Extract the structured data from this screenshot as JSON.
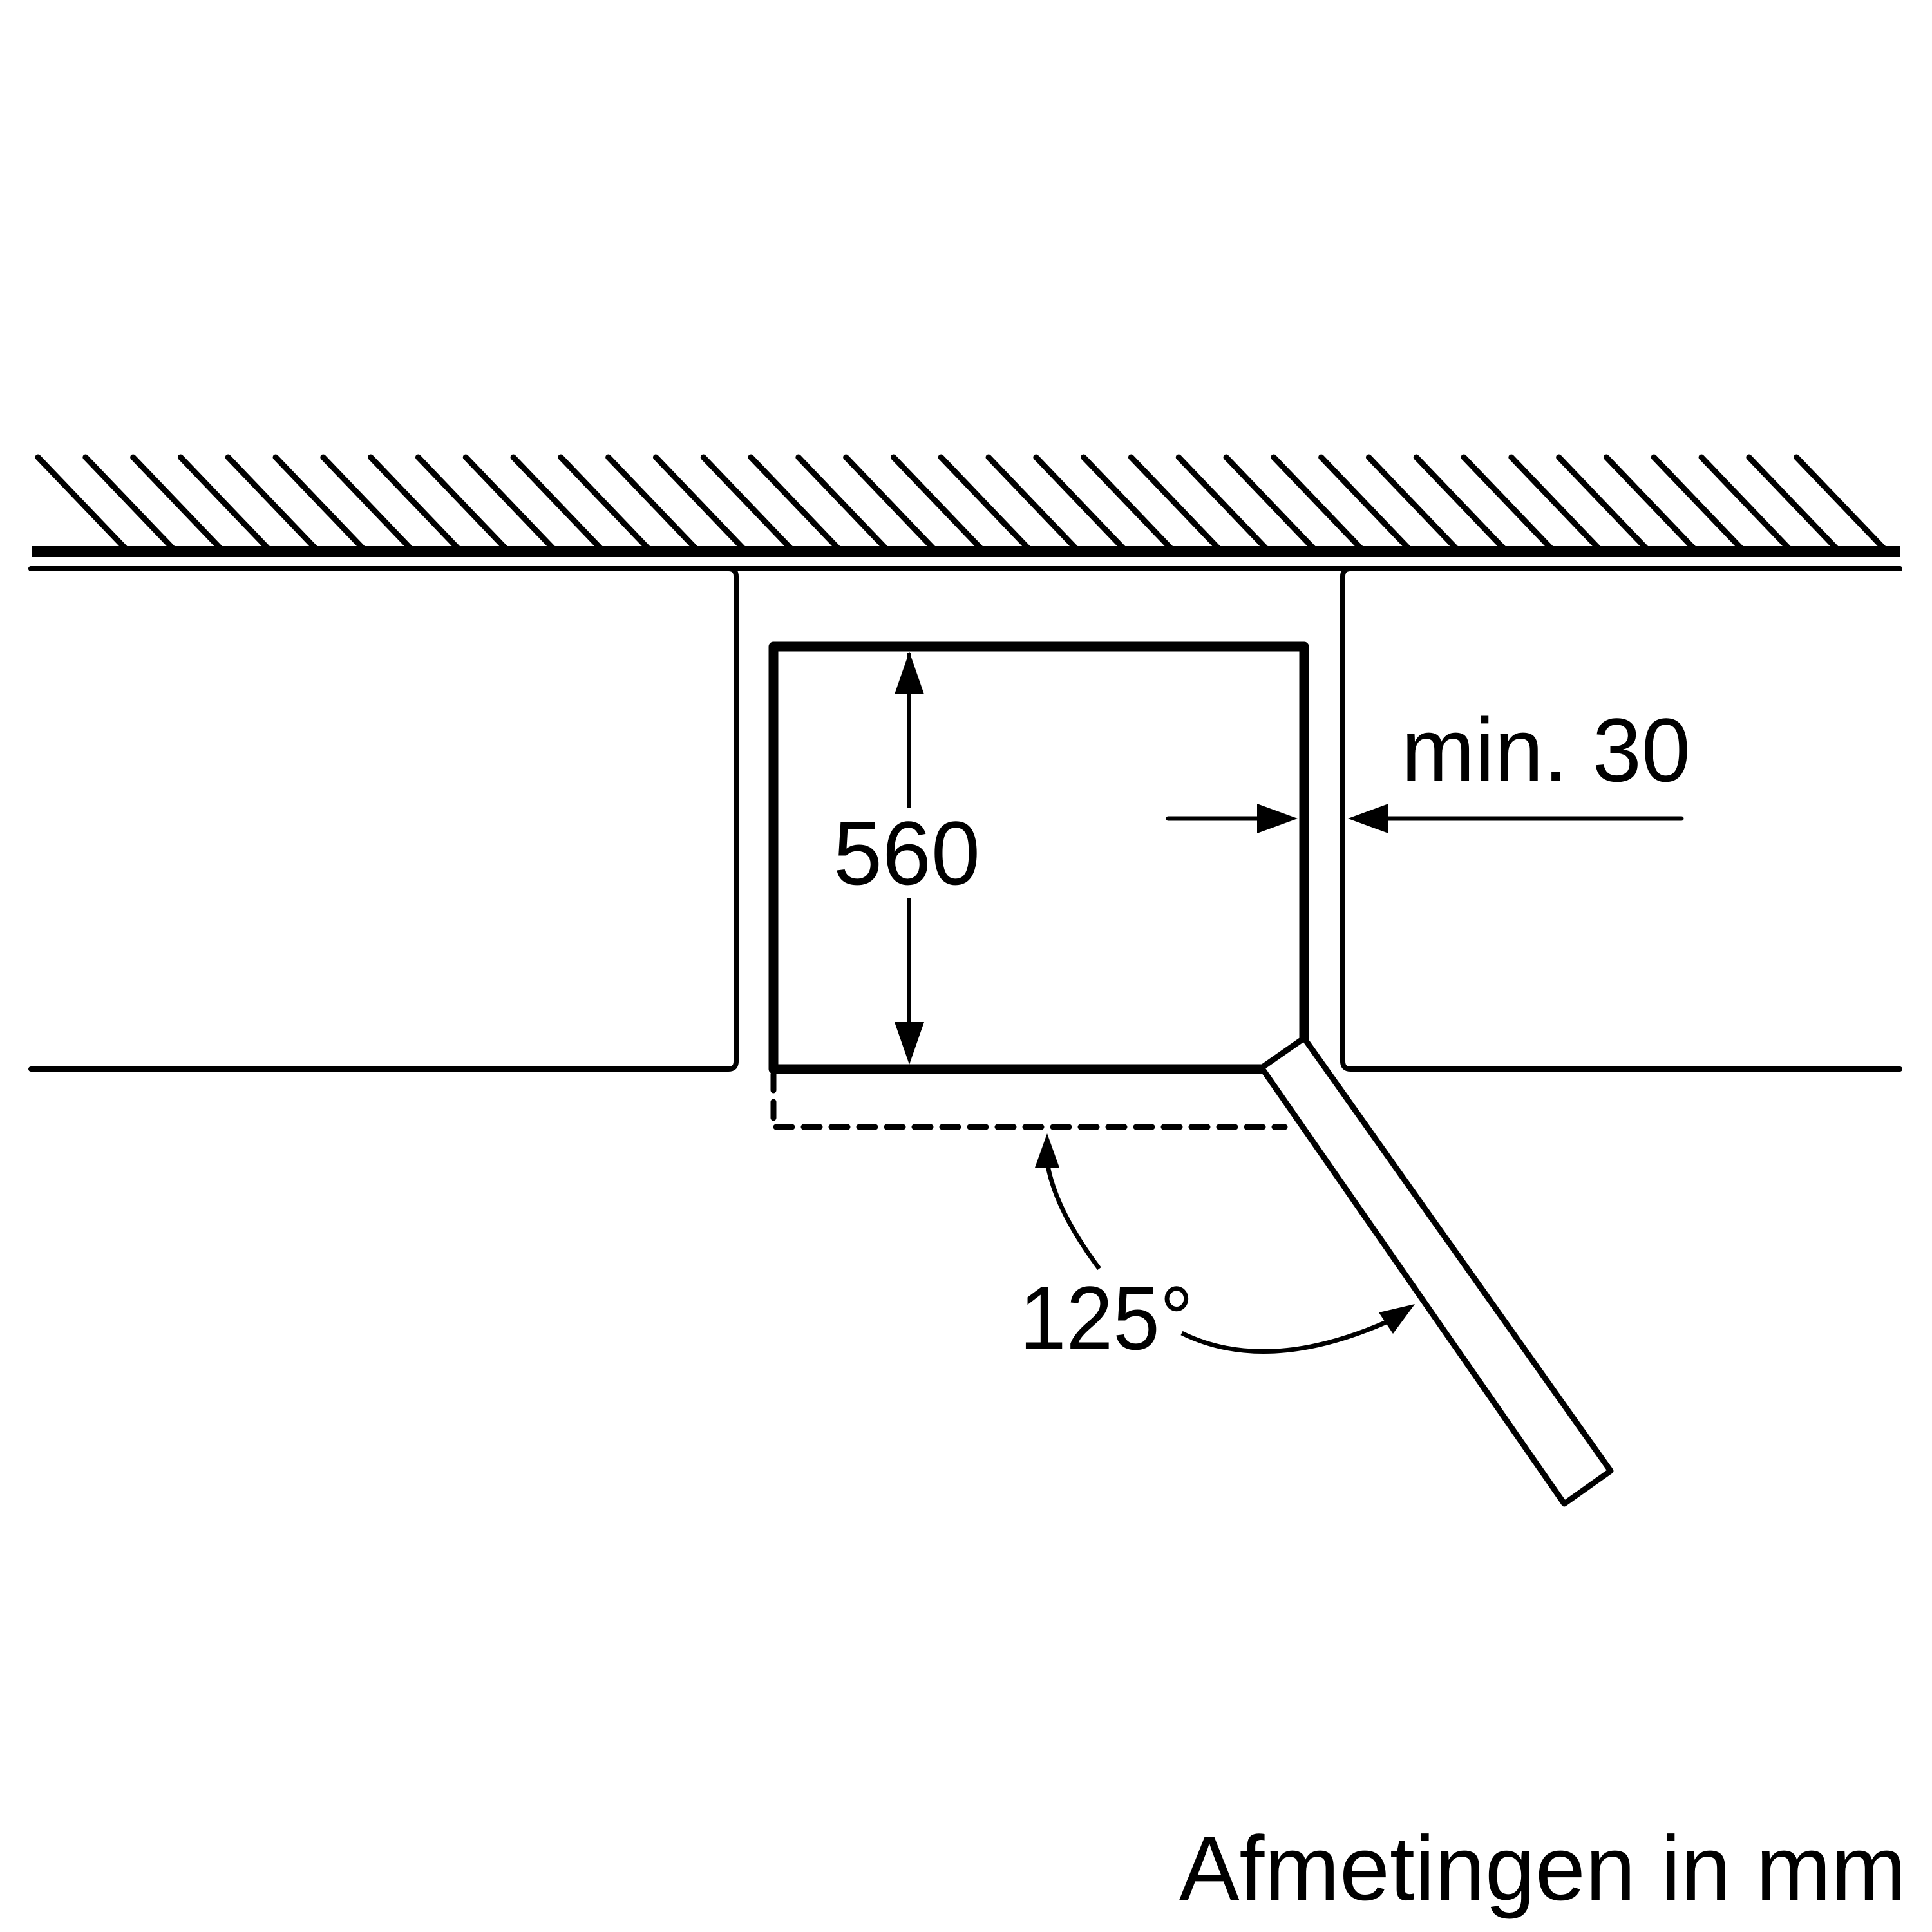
{
  "diagram": {
    "type": "fridge door opening clearance plan view",
    "labels": {
      "depth": "560",
      "side_gap": "min. 30",
      "door_angle": "125°",
      "units_caption": "Afmetingen in mm"
    },
    "colors": {
      "line": "#000000",
      "background": "#ffffff"
    },
    "elements": {
      "wall": "hatched-wall",
      "left_cabinet": "cabinet-left",
      "right_cabinet": "cabinet-right",
      "appliance": "fridge-body",
      "door": "open-door",
      "door_closed_position": "dashed-outline"
    }
  }
}
